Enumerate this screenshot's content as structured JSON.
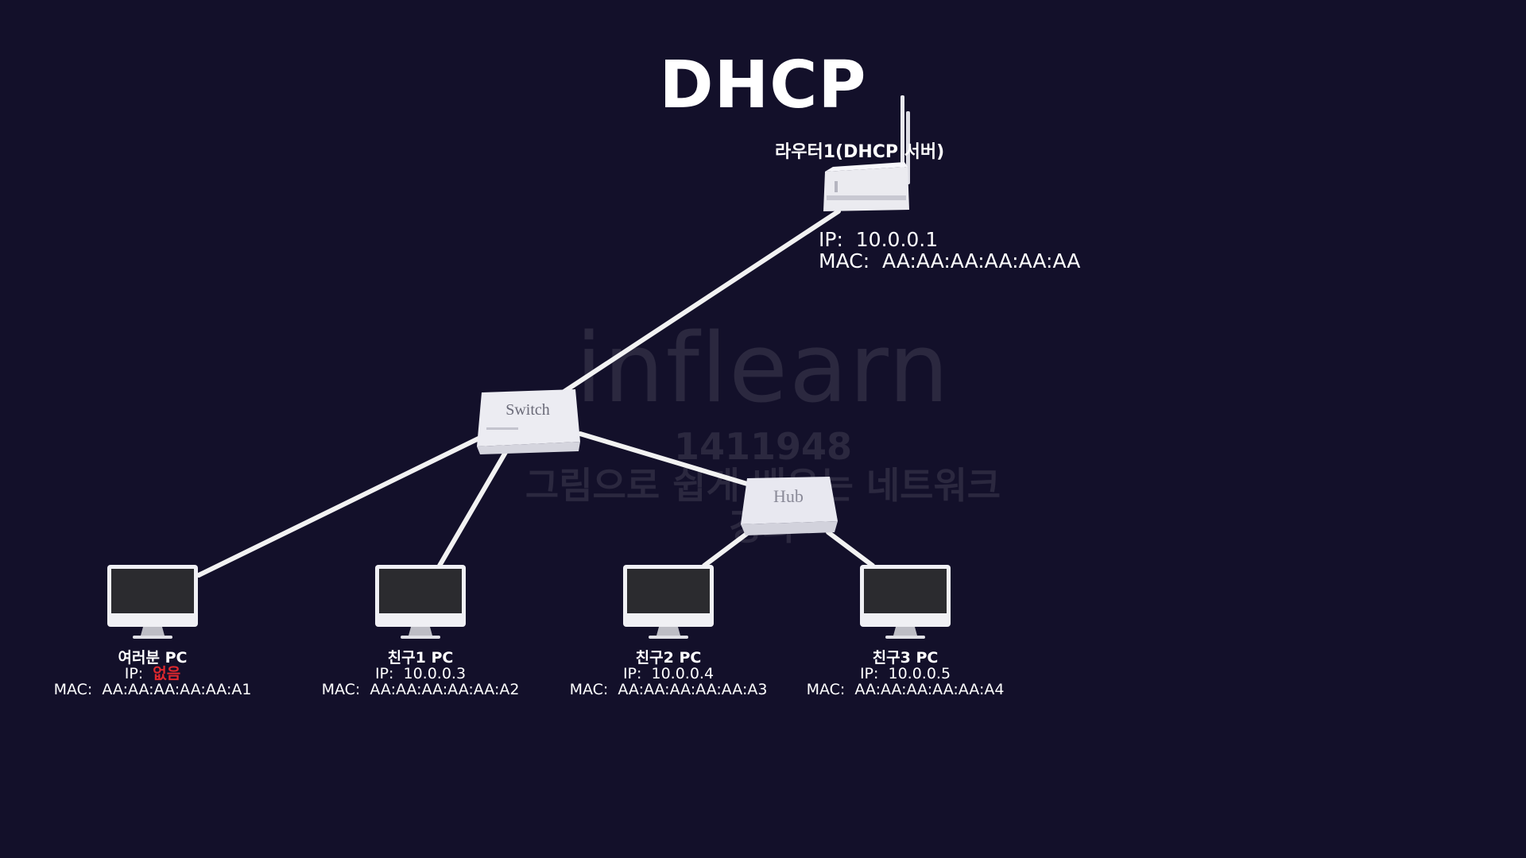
{
  "title": "DHCP",
  "router": {
    "label": "라우터1(DHCP 서버)",
    "ip_label": "IP:",
    "ip": "10.0.0.1",
    "mac_label": "MAC:",
    "mac": "AA:AA:AA:AA:AA:AA"
  },
  "switch": {
    "label": "Switch"
  },
  "hub": {
    "label": "Hub"
  },
  "pcs": [
    {
      "name": "여러분 PC",
      "ip_label": "IP:",
      "ip": "없음",
      "mac_label": "MAC:",
      "mac": "AA:AA:AA:AA:AA:A1"
    },
    {
      "name": "친구1 PC",
      "ip_label": "IP:",
      "ip": "10.0.0.3",
      "mac_label": "MAC:",
      "mac": "AA:AA:AA:AA:AA:A2"
    },
    {
      "name": "친구2 PC",
      "ip_label": "IP:",
      "ip": "10.0.0.4",
      "mac_label": "MAC:",
      "mac": "AA:AA:AA:AA:AA:A3"
    },
    {
      "name": "친구3 PC",
      "ip_label": "IP:",
      "ip": "10.0.0.5",
      "mac_label": "MAC:",
      "mac": "AA:AA:AA:AA:AA:A4"
    }
  ],
  "watermark": {
    "logo": "inflearn",
    "id": "1411948",
    "course": "그림으로 쉽게 배우는 네트워크 강좌"
  },
  "colors": {
    "background": "#13102a",
    "link": "#f2f2f2",
    "warning": "#e0282e"
  }
}
